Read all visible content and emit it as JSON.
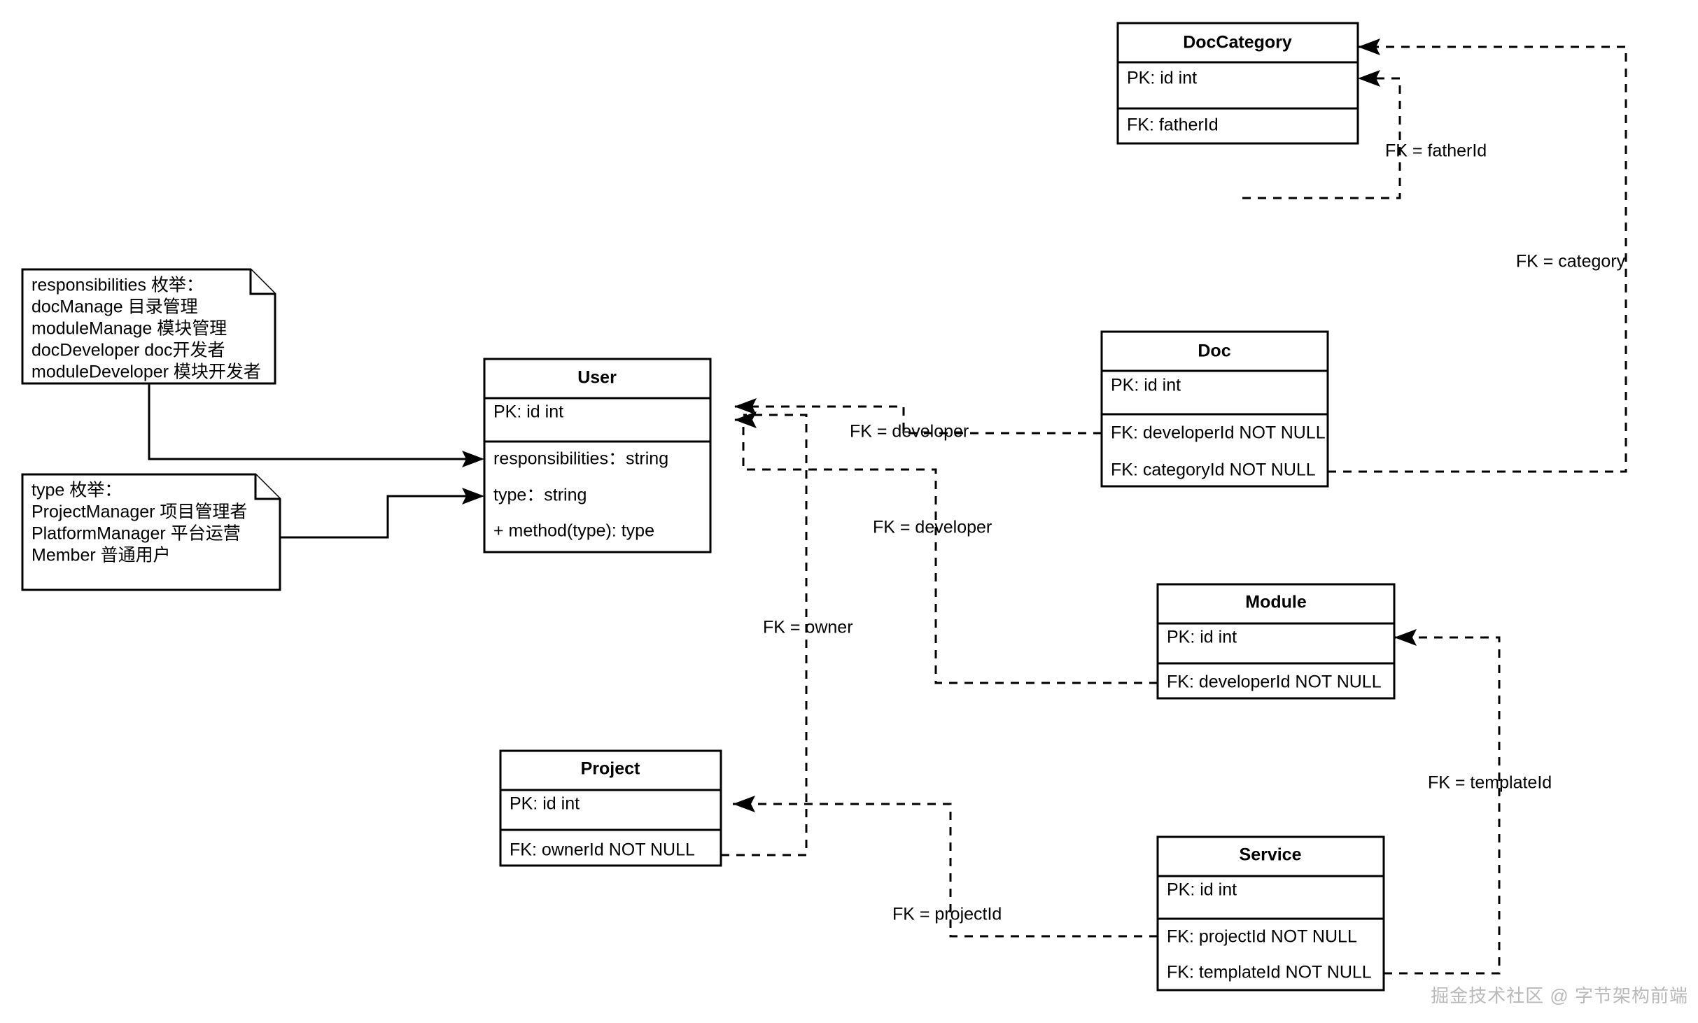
{
  "diagram": {
    "type": "uml-class-er-diagram",
    "background": "#ffffff",
    "line_color": "#000000",
    "watermark": "掘金技术社区 @ 字节架构前端"
  },
  "classes": {
    "doccategory": {
      "title": "DocCategory",
      "pk": "PK: id int",
      "fk1": "FK: fatherId"
    },
    "doc": {
      "title": "Doc",
      "pk": "PK:  id int",
      "fk1": "FK:  developerId NOT NULL",
      "fk2": "FK:  categoryId NOT NULL"
    },
    "user": {
      "title": "User",
      "pk": "PK: id int",
      "attr1": "responsibilities：string",
      "attr2": "type：string",
      "method": "+ method(type): type"
    },
    "module": {
      "title": "Module",
      "pk": "PK: id int",
      "fk1": "FK: developerId NOT NULL"
    },
    "project": {
      "title": "Project",
      "pk": "PK: id int",
      "fk1": "FK: ownerId NOT NULL"
    },
    "service": {
      "title": "Service",
      "pk": "PK: id int",
      "fk1": "FK: projectId NOT NULL",
      "fk2": "FK: templateId NOT NULL"
    }
  },
  "notes": {
    "responsibilities": {
      "lines": [
        "responsibilities 枚举：",
        "docManage 目录管理",
        "moduleManage 模块管理",
        "docDeveloper doc开发者",
        "moduleDeveloper 模块开发者"
      ]
    },
    "type": {
      "lines": [
        "type 枚举：",
        "ProjectManager 项目管理者",
        "PlatformManager 平台运营",
        "Member 普通用户"
      ]
    }
  },
  "edge_labels": {
    "father_id": "FK = fatherId",
    "category": "FK = category",
    "developer_doc": "FK = developer",
    "developer_module": "FK = developer",
    "owner": "FK = owner",
    "project_id": "FK = projectId",
    "template_id": "FK = templateId"
  }
}
